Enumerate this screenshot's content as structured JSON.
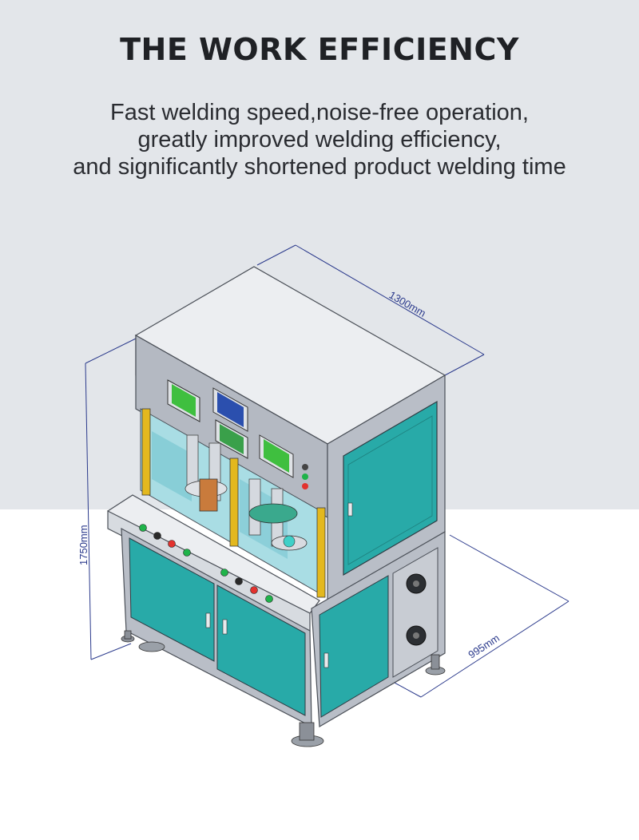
{
  "page": {
    "title": "THE WORK EFFICIENCY",
    "subtitle_lines": [
      "Fast welding speed,noise-free operation,",
      "greatly improved welding efficiency,",
      "and significantly shortened product welding time"
    ]
  },
  "dimensions": {
    "width_label": "1300mm",
    "height_label": "1750mm",
    "depth_label": "995mm"
  },
  "colors": {
    "top_background": "#e3e6ea",
    "cabinet_teal": "#28aaa8",
    "frame_gray": "#b9bec7",
    "dimension_blue": "#2b3a8c",
    "screen_green": "#3fbf3f",
    "screen_blue": "#2b4fae"
  }
}
